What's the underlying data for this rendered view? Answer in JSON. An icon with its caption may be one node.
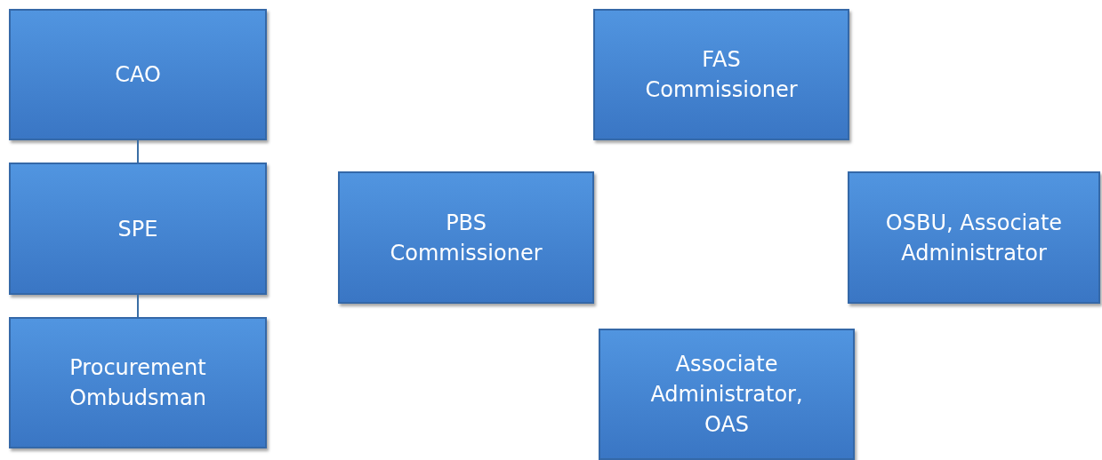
{
  "diagram": {
    "nodes": [
      {
        "text": [
          "CAO"
        ]
      },
      {
        "text": [
          "SPE"
        ]
      },
      {
        "text": [
          "Procurement Ombudsman"
        ]
      },
      {
        "text": [
          "FAS Commissioner"
        ]
      },
      {
        "text": [
          "PBS Commissioner"
        ]
      },
      {
        "text": [
          "OSBU, Associate Administrator"
        ]
      },
      {
        "text": [
          "Associate Administrator, OAS"
        ]
      }
    ],
    "edges": [
      {
        "from": 0,
        "to": 1,
        "arrow": "none"
      },
      {
        "from": 1,
        "to": 2,
        "arrow": "none"
      }
    ]
  }
}
